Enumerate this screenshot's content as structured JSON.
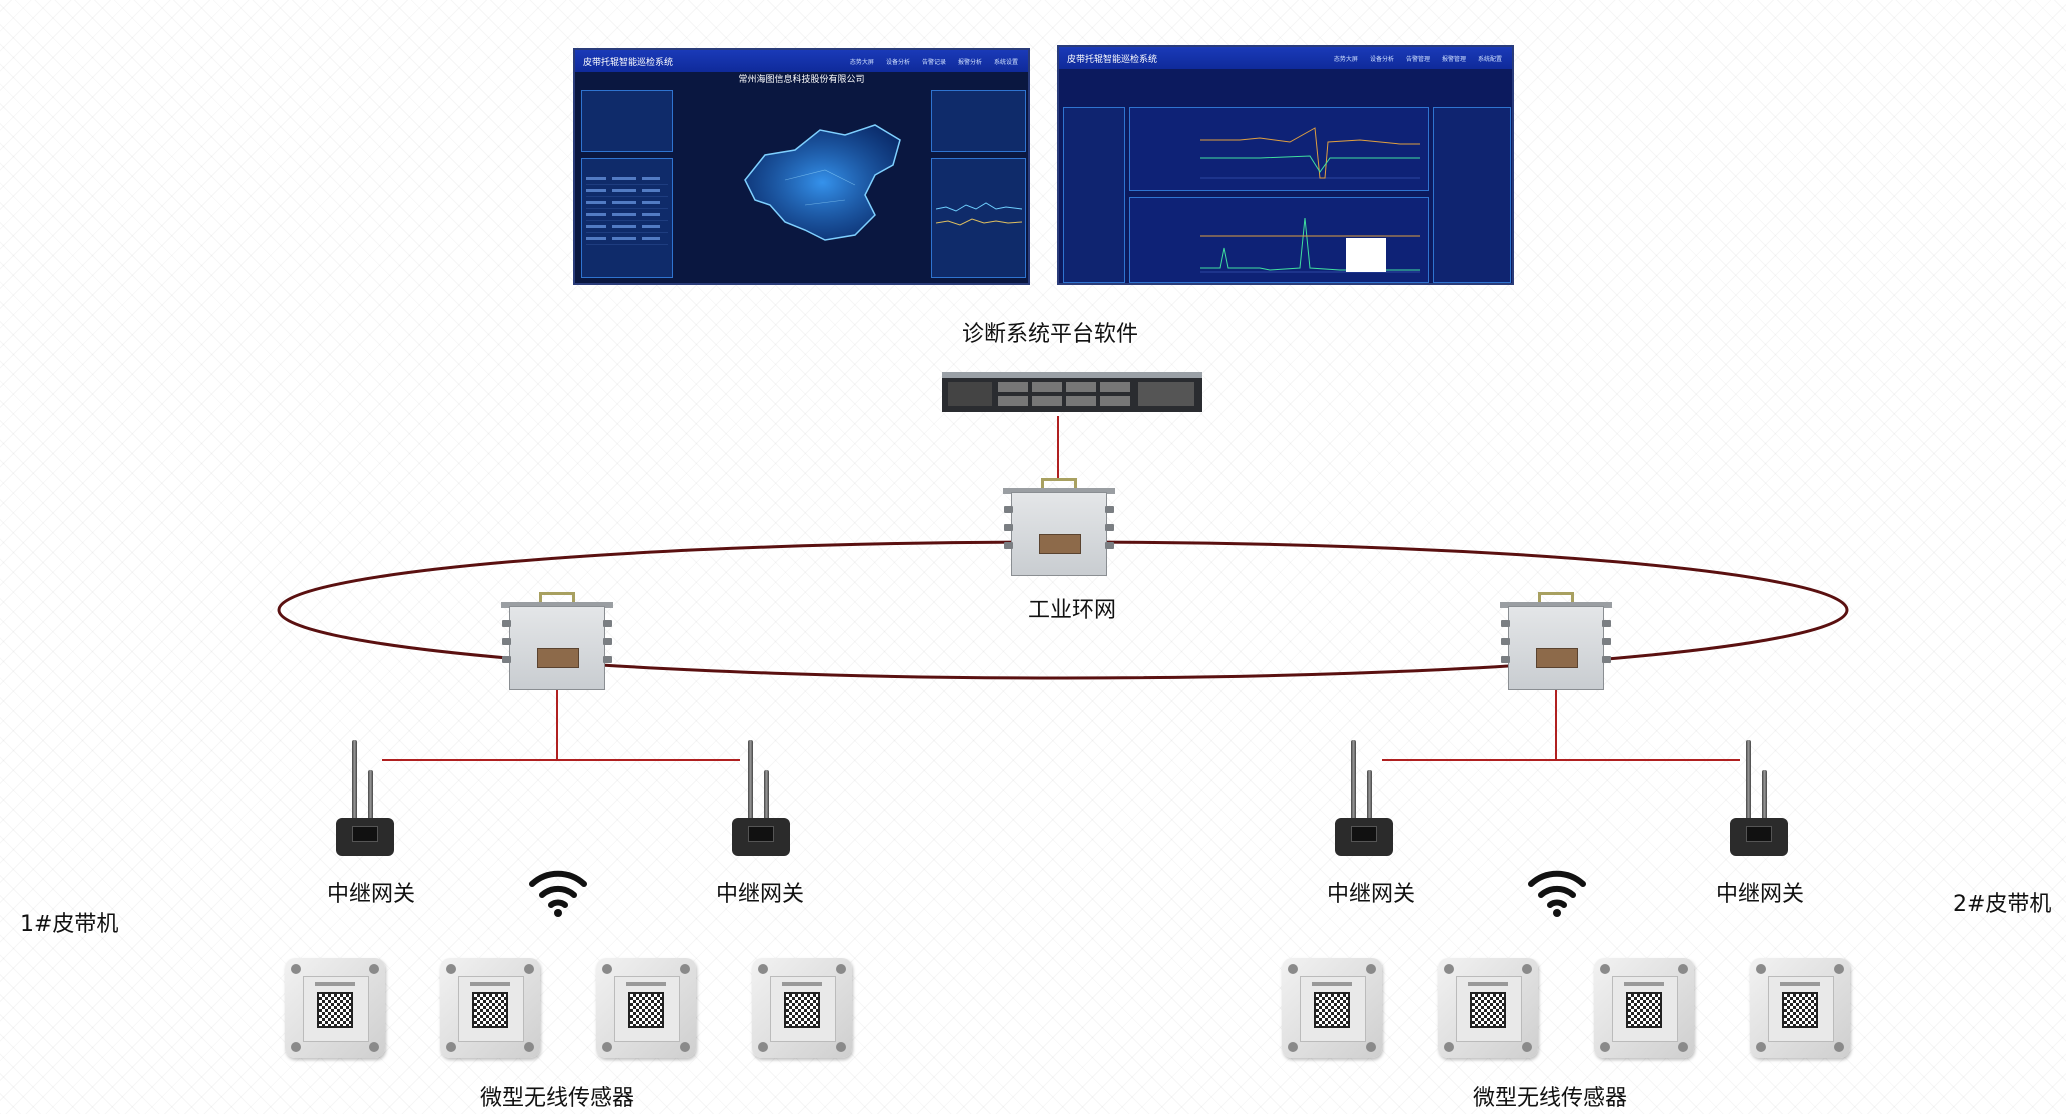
{
  "screen1": {
    "title": "皮带托辊智能巡检系统",
    "company": "常州海图信息科技股份有限公司",
    "nav": [
      "态势大屏",
      "设备分析",
      "告警记录",
      "报警分析",
      "系统设置"
    ]
  },
  "screen2": {
    "title": "皮带托辊智能巡检系统",
    "nav": [
      "态势大屏",
      "设备分析",
      "告警管理",
      "报警管理",
      "系统配置"
    ]
  },
  "labels": {
    "platform": "诊断系统平台软件",
    "ring": "工业环网",
    "gateway": "中继网关",
    "sensors": "微型无线传感器",
    "belt1": "1#皮带机",
    "belt2": "2#皮带机"
  },
  "colors": {
    "link": "#b02020",
    "ring": "#5a1010"
  },
  "icons": [
    "server-icon",
    "junction-box-icon",
    "gateway-icon",
    "wifi-icon",
    "sensor-icon"
  ]
}
